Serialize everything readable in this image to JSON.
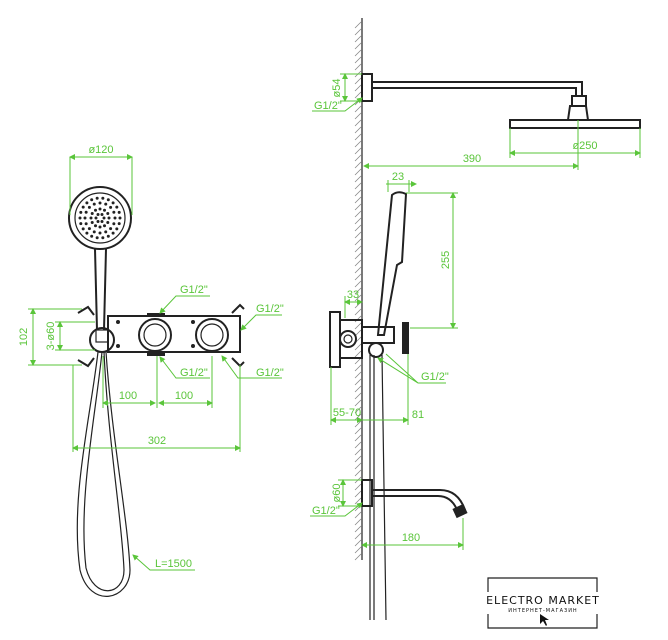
{
  "colors": {
    "dimension": "#5ac53a",
    "outline": "#222222"
  },
  "dimensions": {
    "hand_shower_diameter": "ø120",
    "mount_height": "102",
    "outlet_diameters": "3-ø60",
    "spacing_1": "100",
    "spacing_2": "100",
    "overall_width": "302",
    "thread_top": "G1/2\"",
    "thread_right_top": "G1/2\"",
    "thread_bottom": "G1/2\"",
    "thread_right_bottom": "G1/2\"",
    "hose_length": "L=1500",
    "arm_flange_diameter": "ø54",
    "arm_thread": "G1/2\"",
    "arm_length": "390",
    "head_diameter": "ø250",
    "handset_width": "23",
    "handset_height": "255",
    "wall_offset": "33",
    "install_depth": "55-70",
    "projection": "81",
    "side_thread": "G1/2\"",
    "spout_flange_diameter": "ø60",
    "spout_thread": "G1/2\"",
    "spout_length": "180"
  },
  "logo": {
    "name": "ELECTRO MARKET",
    "subtitle": "ИНТЕРНЕТ-МАГАЗИН"
  }
}
